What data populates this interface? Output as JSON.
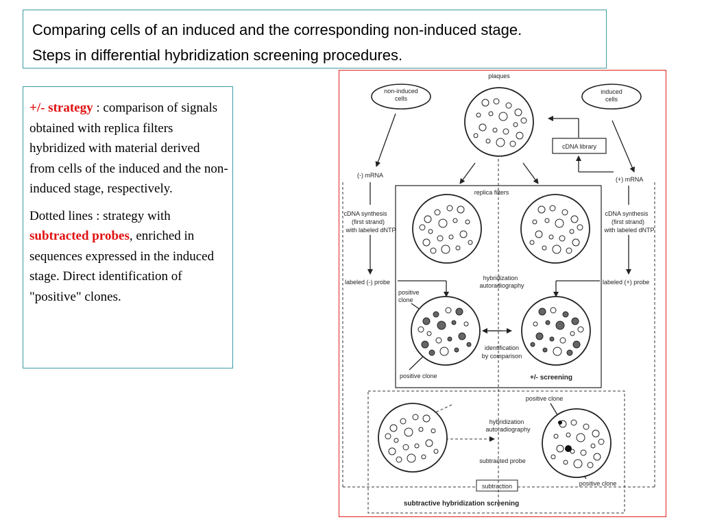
{
  "title": {
    "line1": "Comparing cells of an induced and the corresponding non-induced stage.",
    "line2": "Steps in differential hybridization screening procedures."
  },
  "text": {
    "p1_highlight": "+/- strategy",
    "p1_rest": " : comparison of signals obtained with replica filters hybridized with material derived from cells of the induced and the non-induced stage, respectively.",
    "p2_start": "Dotted lines : strategy with ",
    "p2_highlight": "subtracted probes",
    "p2_rest": ", enriched in sequences expressed in the induced stage.  Direct identification of \"positive\" clones."
  },
  "colors": {
    "accent_red": "#e01010",
    "border_teal": "#3a9aa0",
    "figure_border": "#e02020"
  },
  "figure": {
    "plaques": "plaques",
    "noninduced_1": "non-induced",
    "noninduced_2": "cells",
    "induced_1": "induced",
    "induced_2": "cells",
    "cdna_library": "cDNA  library",
    "minus_mrna": "(-)  mRNA",
    "plus_mrna": "(+)  mRNA",
    "replica_filters": "replica   filters",
    "cdna_synth_1": "cDNA synthesis",
    "cdna_synth_2": "(first  strand)",
    "cdna_synth_3": "with labeled dNTP",
    "labeled_minus": "labeled  (-)  probe",
    "labeled_plus": "labeled  (+)  probe",
    "hyb_1": "hybridization",
    "hyb_2": "autoradiography",
    "positive": "positive",
    "clone": "clone",
    "identification_1": "identification",
    "identification_2": "by comparison",
    "positive_clone": "positive clone",
    "pm_screening": "+/-    screening",
    "subtracted_probe": "subtracted probe",
    "subtraction": "subtraction",
    "subtractive_screening": "subtractive   hybridization   screening"
  }
}
